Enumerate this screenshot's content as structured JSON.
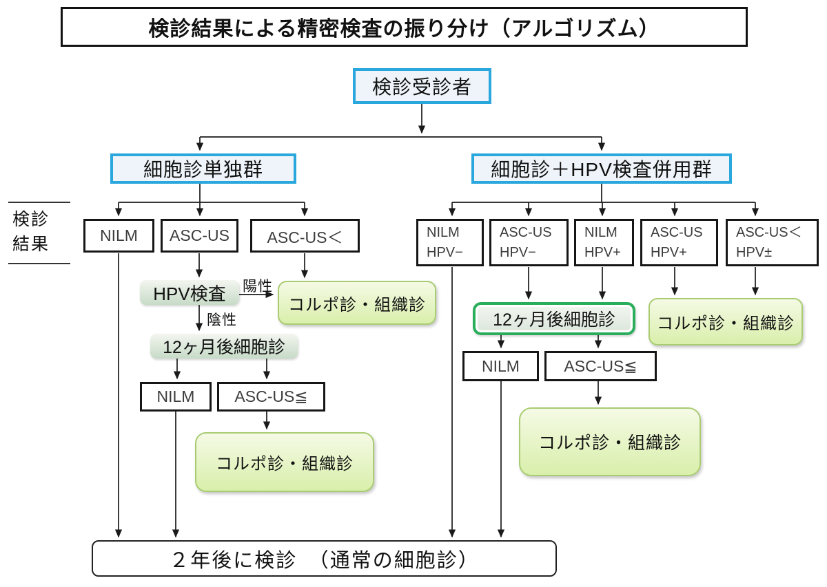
{
  "title": "検診結果による精密検査の振り分け（アルゴリズム）",
  "side_label": {
    "line1": "検診",
    "line2": "結果"
  },
  "entry": "検診受診者",
  "groups": {
    "left": "細胞診単独群",
    "right": "細胞診＋HPV検査併用群"
  },
  "left": {
    "nilm": "NILM",
    "ascus": "ASC-US",
    "ascus_above": "ASC-US＜",
    "hpv_test": "HPV検査",
    "edge_positive": "陽性",
    "edge_negative": "陰性",
    "colpo_upper": "コルポ診・組織診",
    "followup": "12ヶ月後細胞診",
    "followup_nilm": "NILM",
    "followup_ascus_le": "ASC-US≦",
    "colpo_lower": "コルポ診・組織診"
  },
  "right": {
    "nilm_hpv_neg": {
      "line1": "NILM",
      "line2": "HPV−"
    },
    "ascus_hpv_neg": {
      "line1": "ASC-US",
      "line2": "HPV−"
    },
    "nilm_hpv_pos": {
      "line1": "NILM",
      "line2": "HPV+"
    },
    "ascus_hpv_pos": {
      "line1": "ASC-US",
      "line2": "HPV+"
    },
    "ascus_above_hpv_pm": {
      "line1": "ASC-US＜",
      "line2": "HPV±"
    },
    "followup": "12ヶ月後細胞診",
    "colpo_upper": "コルポ診・組織診",
    "followup_nilm": "NILM",
    "followup_ascus_le": "ASC-US≦",
    "colpo_lower": "コルポ診・組織診"
  },
  "bottom": "２年後に検診　（通常の細胞診）",
  "colors": {
    "accent_blue": "#2AA7DC",
    "accent_green": "#2BAE5C",
    "colpo_fill_top": "#F5FAE5",
    "colpo_fill_bottom": "#D9EFAB",
    "colpo_border": "#A9CC73",
    "sage_fill_top": "#F3F6F0",
    "sage_fill_bottom": "#C7DBC7",
    "line_color": "#1A1A1A"
  }
}
